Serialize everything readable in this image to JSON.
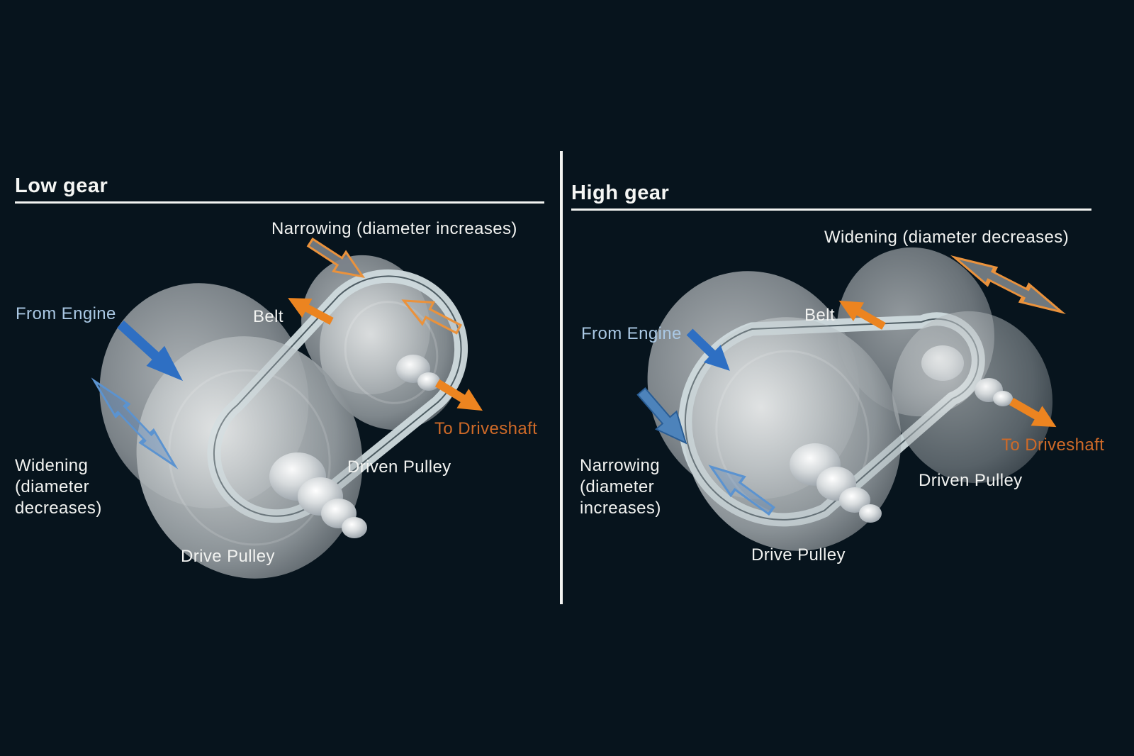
{
  "diagram_title": "CVT pulley operation: low gear vs high gear",
  "colors": {
    "background": "#07141d",
    "text": "#f2f3f1",
    "engine_text_blue": "#aac8e4",
    "driveshaft_text_orange": "#cf6a28",
    "solid_blue_arrow": "#2e6fc3",
    "steel_blue_arrow": "#4d83bb",
    "hollow_blue_arrow_stroke": "#5b93d0",
    "solid_orange_arrow": "#ec8420",
    "hollow_orange_arrow_stroke": "#ea923c",
    "divider": "#f2f3f1"
  },
  "left": {
    "title": "Low gear",
    "labels": {
      "narrowing": "Narrowing (diameter increases)",
      "from_engine": "From Engine",
      "belt": "Belt",
      "widening": "Widening\n(diameter\ndecreases)",
      "drive_pulley": "Drive Pulley",
      "driven_pulley": "Driven Pulley",
      "to_driveshaft": "To Driveshaft"
    }
  },
  "right": {
    "title": "High gear",
    "labels": {
      "widening": "Widening (diameter decreases)",
      "from_engine": "From Engine",
      "belt": "Belt",
      "narrowing": "Narrowing\n(diameter\nincreases)",
      "drive_pulley": "Drive Pulley",
      "driven_pulley": "Driven Pulley",
      "to_driveshaft": "To Driveshaft"
    }
  }
}
